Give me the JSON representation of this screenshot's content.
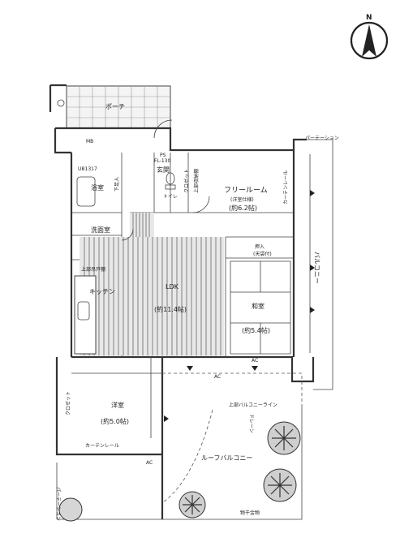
{
  "compass": {
    "label": "N"
  },
  "rooms": {
    "porch": "ポーチ",
    "mb": "MB",
    "entrance": "玄関",
    "fl": "FL-130",
    "ps": "PS",
    "toilet": "トイレ",
    "closet1": "クロゼット",
    "storage_shelf": "上部収納棚",
    "free_room_title": "フリールーム",
    "free_room_sub": "(洋室仕様)",
    "free_room_size": "(約6.2帖)",
    "curtain_rail": "カーテンレール",
    "ub": "UB1317",
    "bath": "浴室",
    "washroom": "洗面室",
    "shoes": "下足入",
    "kitchen": "キッチン",
    "upper_cabinet": "上部吊戸棚",
    "ldk": "LDK",
    "ldk_size": "(約11.4帖)",
    "oshiire": "押入",
    "oshiire_sub": "(天袋付)",
    "washitsu": "和室",
    "washitsu_size": "(約5.4帖)",
    "balcony": "バルコニー",
    "partition_top": "パーテーション",
    "partition_left": "パーテーション",
    "closet2": "クロゼット",
    "yoshitsu": "洋室",
    "yoshitsu_size": "(約5.0帖)",
    "curtain_rail2": "カーテンレール",
    "roof_balcony": "ルーフバルコニー",
    "upper_balcony_line": "上部バルコニーライン",
    "drain": "ドレーン",
    "laundry": "物干金物",
    "ac1": "AC",
    "ac2": "AC",
    "ac3": "AC"
  }
}
